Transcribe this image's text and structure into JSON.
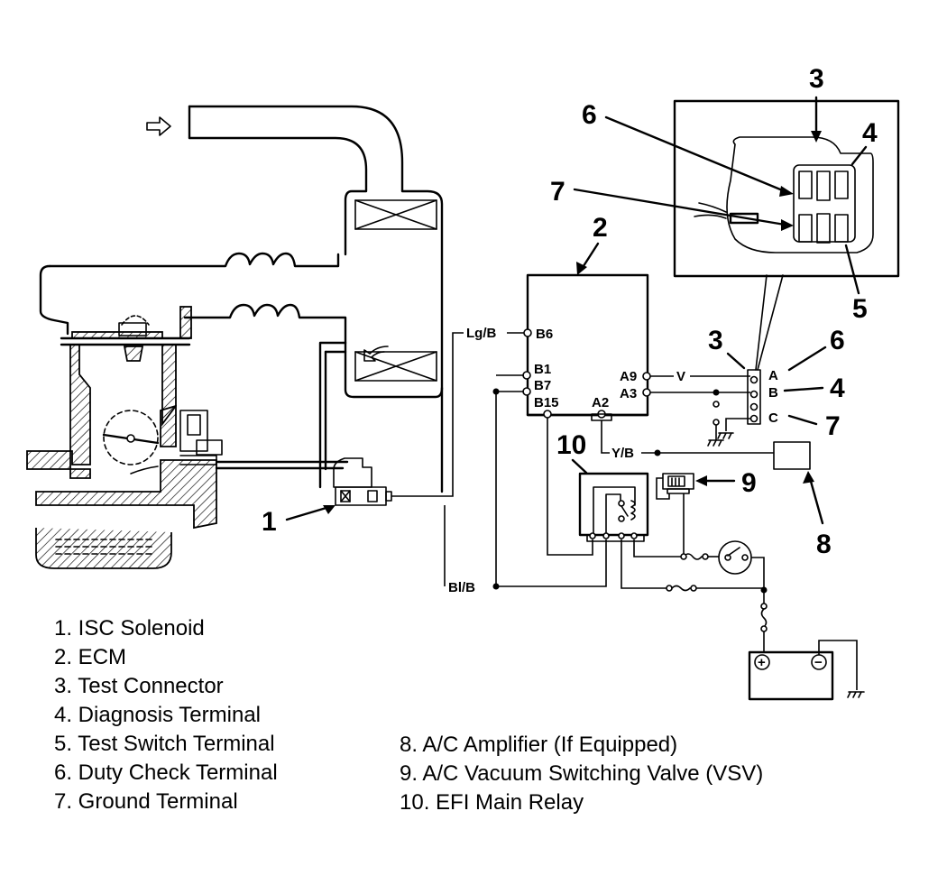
{
  "diagram": {
    "title": "ISC Solenoid / Test Connector Wiring",
    "callouts": [
      "1",
      "2",
      "3",
      "3",
      "4",
      "4",
      "5",
      "6",
      "6",
      "7",
      "7",
      "8",
      "9",
      "10"
    ],
    "ecm_pins": {
      "b6": "B6",
      "b1": "B1",
      "b7": "B7",
      "b15": "B15",
      "a2": "A2",
      "a9": "A9",
      "a3": "A3"
    },
    "wire_colors": {
      "lg_b": "Lg/B",
      "v": "V",
      "y_b": "Y/B",
      "bl_b": "Bl/B"
    },
    "connector_terminals": {
      "a": "A",
      "b": "B",
      "c": "C"
    },
    "battery": {
      "positive": "+",
      "negative": "−"
    }
  },
  "legend": {
    "items": [
      "1. ISC Solenoid",
      "2. ECM",
      "3. Test Connector",
      "4. Diagnosis Terminal",
      "5. Test Switch Terminal",
      "6. Duty Check Terminal",
      "7. Ground Terminal",
      "8. A/C Amplifier (If Equipped)",
      "9. A/C Vacuum Switching Valve (VSV)",
      "10. EFI Main Relay"
    ]
  }
}
